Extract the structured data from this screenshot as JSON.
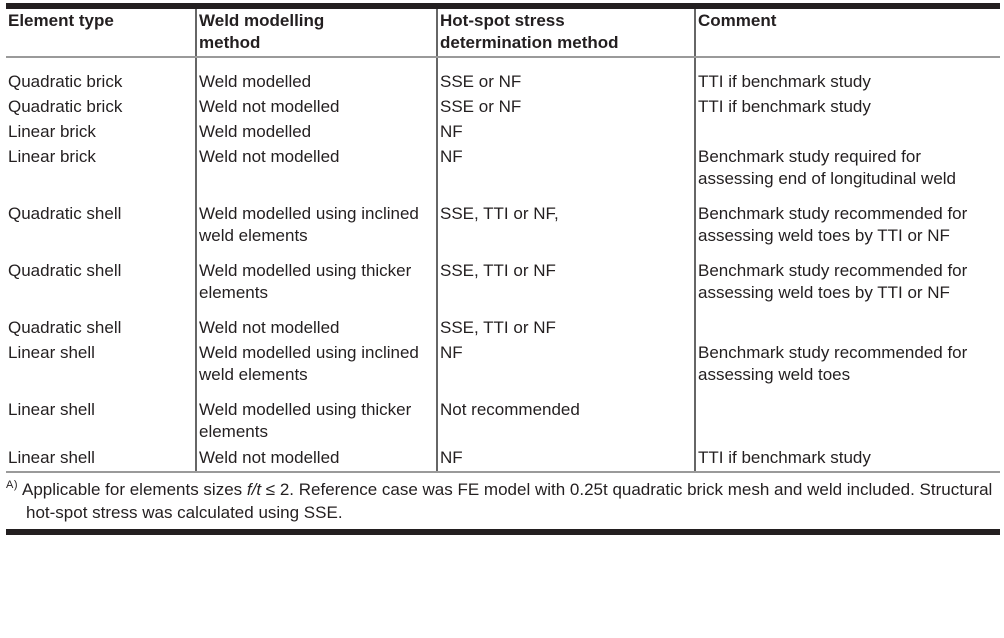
{
  "colors": {
    "text": "#231f20",
    "rule_thick": "#231f20",
    "rule_thin": "#9a9a9a",
    "column_divider": "#666666"
  },
  "table": {
    "headers": [
      "Element type",
      "Weld modelling method",
      "Hot-spot stress determination method",
      "Comment"
    ],
    "rows": [
      {
        "element_type": "Quadratic brick",
        "weld_modelling_method": "Weld modelled",
        "hot_spot_method": "SSE or NF",
        "comment": "TTI if benchmark study"
      },
      {
        "element_type": "Quadratic brick",
        "weld_modelling_method": "Weld not modelled",
        "hot_spot_method": "SSE or NF",
        "comment": "TTI if benchmark study"
      },
      {
        "element_type": "Linear brick",
        "weld_modelling_method": "Weld modelled",
        "hot_spot_method": "NF",
        "comment": ""
      },
      {
        "element_type": "Linear brick",
        "weld_modelling_method": "Weld not modelled",
        "hot_spot_method": "NF",
        "comment": "Benchmark study required for assessing end of longitudinal weld"
      },
      {
        "element_type": "Quadratic shell",
        "weld_modelling_method": "Weld modelled using inclined weld elements",
        "hot_spot_method": "SSE, TTI or NF,",
        "comment": "Benchmark study recommended for assessing weld toes by TTI or NF"
      },
      {
        "element_type": "Quadratic shell",
        "weld_modelling_method": "Weld modelled using thicker elements",
        "hot_spot_method": "SSE, TTI or NF",
        "comment": "Benchmark study recommended for assessing weld toes by TTI or NF"
      },
      {
        "element_type": "Quadratic shell",
        "weld_modelling_method": "Weld not modelled",
        "hot_spot_method": "SSE, TTI or NF",
        "comment": ""
      },
      {
        "element_type": "Linear shell",
        "weld_modelling_method": "Weld modelled using inclined weld elements",
        "hot_spot_method": "NF",
        "comment": "Benchmark study recommended for assessing weld toes"
      },
      {
        "element_type": "Linear shell",
        "weld_modelling_method": "Weld modelled using thicker elements",
        "hot_spot_method": "Not recommended",
        "comment": ""
      },
      {
        "element_type": "Linear shell",
        "weld_modelling_method": "Weld not modelled",
        "hot_spot_method": "NF",
        "comment": "TTI if benchmark study"
      }
    ],
    "footnote": {
      "marker": "A)",
      "part1": "Applicable for elements sizes ",
      "italic_term": "f/t",
      "part2": " ≤ 2. Reference case was FE model with 0.25t quadratic brick mesh and weld included. Structural hot-spot stress was calculated using SSE."
    }
  }
}
